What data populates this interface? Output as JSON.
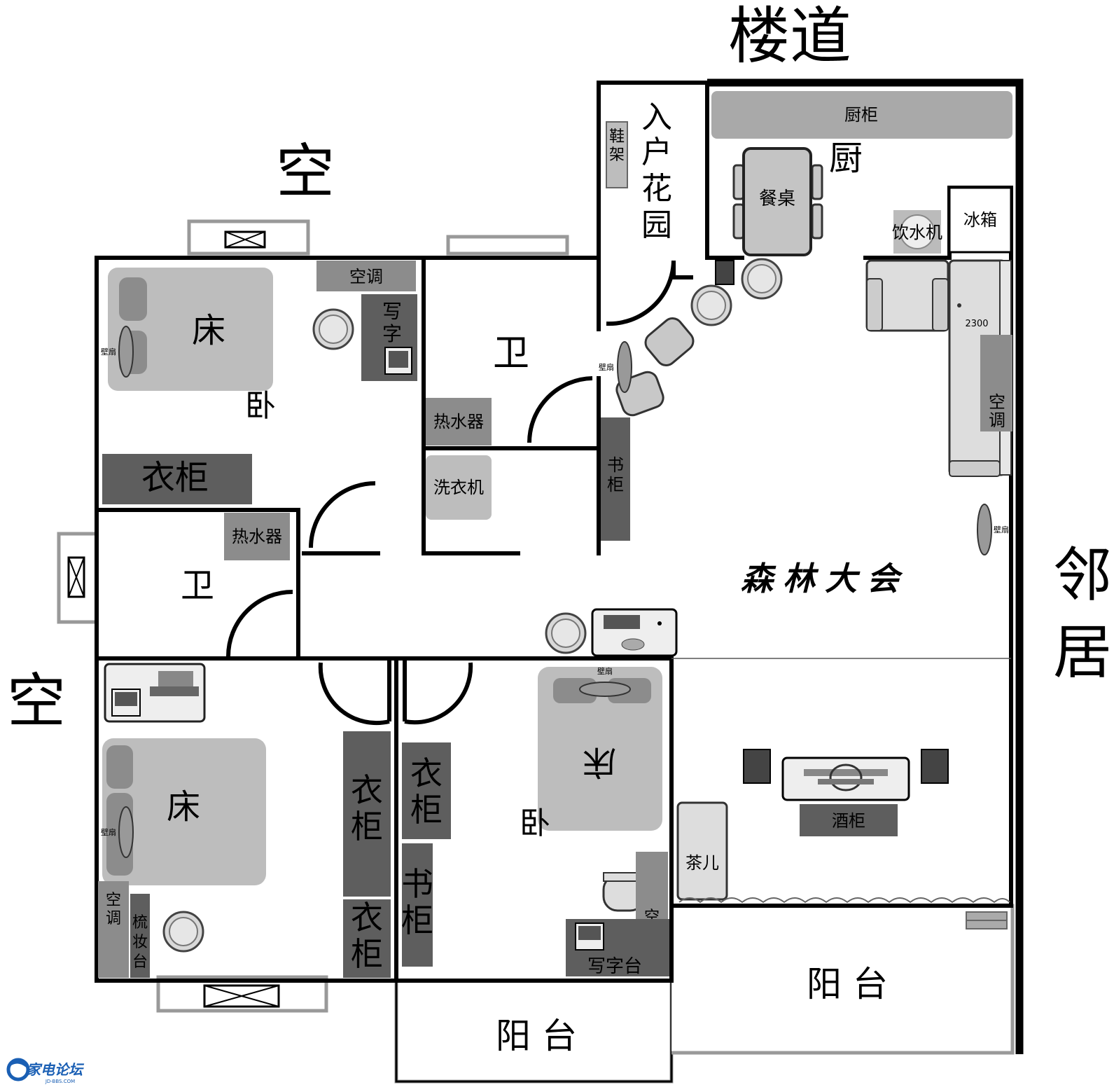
{
  "outside": {
    "corridor": "楼道",
    "void_top": "空",
    "void_left": "空",
    "neighbor_1": "邻",
    "neighbor_2": "居"
  },
  "rooms": {
    "bedroom_1": "卧",
    "bedroom_2": "卧",
    "bath_1": "卫",
    "bath_2": "卫",
    "kitchen": "厨",
    "entry_garden": [
      "入",
      "户",
      "花",
      "园"
    ],
    "living": "森林大会",
    "balcony_1": "阳 台",
    "balcony_2": "阳 台"
  },
  "furniture": {
    "bed": "床",
    "wardrobe": "衣柜",
    "wardrobe_v": [
      "衣",
      "柜"
    ],
    "ac": "空调",
    "ac_v": [
      "空",
      "调"
    ],
    "desk_v": [
      "写",
      "字"
    ],
    "desk": "写字台",
    "water_heater": "热水器",
    "washing_machine": "洗衣机",
    "bookcase_v": [
      "书",
      "柜"
    ],
    "shoe_rack": [
      "鞋",
      "架"
    ],
    "cabinet": "厨柜",
    "dining_table": "餐桌",
    "fridge": "冰箱",
    "water_dispenser": "饮水机",
    "wine_cabinet": "酒柜",
    "tea_table": "茶儿",
    "vanity": [
      "梳",
      "妆",
      "台"
    ],
    "wall_fan": "壁扇",
    "dimension": "2300"
  },
  "logo": {
    "name": "家电论坛",
    "url_text": "JD-BBS.COM"
  }
}
